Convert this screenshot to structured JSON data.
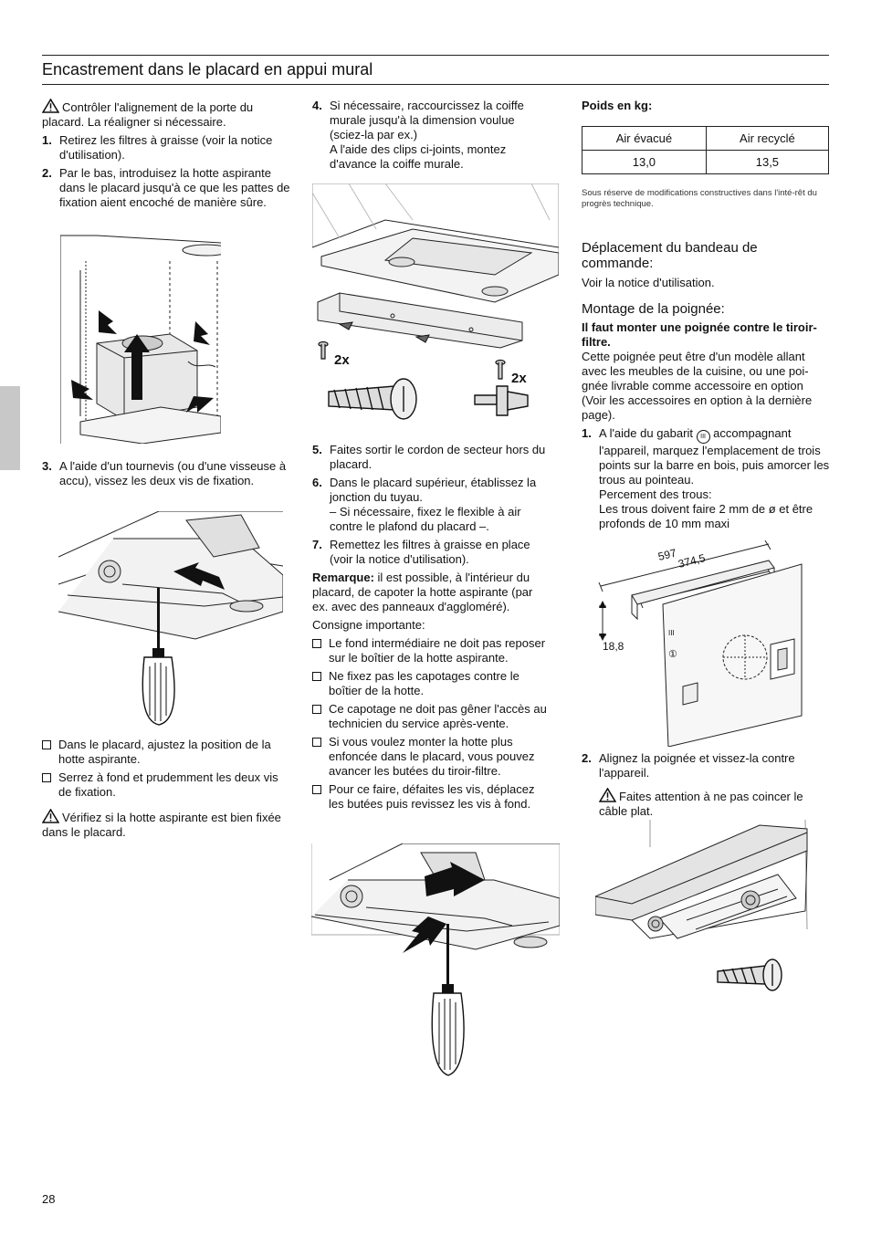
{
  "header": {
    "title": "Encastrement dans le placard en appui mural"
  },
  "page_number": "28",
  "col1": {
    "warn1": "Contrôler l'alignement de la porte du placard. La réaligner si nécessaire.",
    "steps": [
      {
        "n": "1.",
        "t": "Retirez les filtres à graisse (voir la notice d'utilisation)."
      },
      {
        "n": "2.",
        "t": "Par le bas, introduisez la hotte aspirante dans le placard jusqu'à ce que les pattes de fixation aient encoché de manière sûre."
      }
    ],
    "step3": {
      "n": "3.",
      "t": "A l'aide d'un tournevis (ou d'une visseuse à accu), vissez les deux vis de fixation."
    },
    "bullets": [
      "Dans le placard, ajustez la position de la hotte aspirante.",
      "Serrez à fond et prudemment les deux vis de fixation."
    ],
    "warn2": "Vérifiez si la hotte aspirante est bien fixée dans le placard."
  },
  "col2": {
    "step4": {
      "n": "4.",
      "t1": "Si nécessaire, raccourcissez la coiffe murale jusqu'à la dimension voulue (sciez-la par ex.)",
      "t2": "A l'aide des clips ci-joints, montez d'avance la coiffe murale."
    },
    "fig_label_a": "2x",
    "fig_label_b": "2x",
    "steps": [
      {
        "n": "5.",
        "t": "Faites sortir le cordon de secteur hors du placard."
      },
      {
        "n": "6.",
        "t": "Dans le placard supérieur, établissez la jonction du tuyau.",
        "t2": "– Si nécessaire, fixez le flexible à air contre le plafond du placard –."
      },
      {
        "n": "7.",
        "t": "Remettez les filtres à graisse en place (voir la notice d'utilisation)."
      }
    ],
    "remark_label": "Remarque:",
    "remark_text": " il est possible, à l'intérieur du placard, de capoter la hotte aspirante (par ex. avec des panneaux d'aggloméré).",
    "important_label": "Consigne importante:",
    "bullets": [
      "Le fond intermédiaire ne doit pas reposer sur le boîtier de la hotte aspirante.",
      "Ne fixez pas les capotages contre le boîtier de la hotte.",
      "Ce capotage ne doit pas gêner l'accès au technicien du service après-vente.",
      "Si vous voulez monter la hotte plus enfoncée dans le placard, vous pouvez avancer les butées du tiroir-filtre.",
      "Pour ce faire, défaites les vis, déplacez les butées puis revissez les vis à fond."
    ]
  },
  "col3": {
    "weights_label": "Poids en kg:",
    "table": {
      "headers": [
        "Air évacué",
        "Air recyclé"
      ],
      "values": [
        "13,0",
        "13,5"
      ]
    },
    "disclaimer": "Sous réserve de modifications constructives dans l'inté-rêt du progrès technique.",
    "section1_title": "Déplacement du bandeau de commande:",
    "section1_text": "Voir la notice d'utilisation.",
    "section2_title": "Montage de la poignée:",
    "section2_bold": "Il faut monter une poignée contre le tiroir-filtre.",
    "section2_text": "Cette poignée peut être d'un modèle allant avec les meubles de la cuisine, ou une poi-gnée livrable comme accessoire en option (Voir les accessoires en option à la dernière page).",
    "step1": {
      "n": "1.",
      "t_a": "A l'aide du gabarit ",
      "t_b": " accompagnant l'appareil, marquez l'emplacement de trois points sur la barre en bois, puis amorcer les trous au pointeau.",
      "t2": "Percement des trous:",
      "t3": "Les trous doivent faire 2 mm de ø et être profonds de 10 mm maxi"
    },
    "template_symbol": "III",
    "dims": {
      "a": "597",
      "b": "374,5",
      "c": "18,8",
      "marker": "III",
      "marker2": "①"
    },
    "step2": {
      "n": "2.",
      "t": "Alignez la poignée et vissez-la contre l'appareil."
    },
    "warn": "Faites attention à ne pas coincer le câble plat."
  }
}
